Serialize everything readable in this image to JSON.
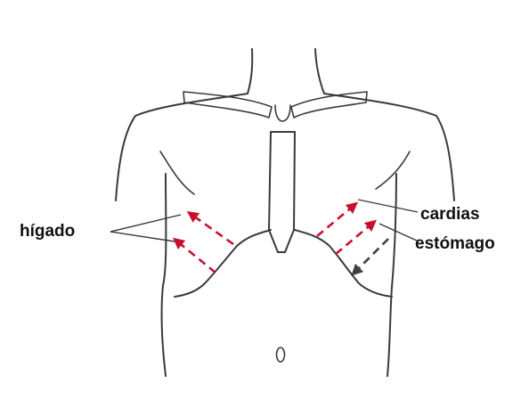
{
  "labels": {
    "liver": "hígado",
    "cardia": "cardias",
    "stomach": "estómago"
  },
  "colors": {
    "outline": "#3a3a3a",
    "arrow_red": "#c8102e",
    "arrow_dark": "#404040"
  },
  "arrows": [
    {
      "id": "liver-upper",
      "direction": "up-left",
      "color": "arrow_red"
    },
    {
      "id": "liver-lower",
      "direction": "up-left",
      "color": "arrow_red"
    },
    {
      "id": "stomach-upper",
      "direction": "up-right",
      "color": "arrow_red"
    },
    {
      "id": "stomach-middle",
      "direction": "up-right",
      "color": "arrow_red"
    },
    {
      "id": "stomach-lower",
      "direction": "down-left",
      "color": "arrow_dark"
    }
  ]
}
